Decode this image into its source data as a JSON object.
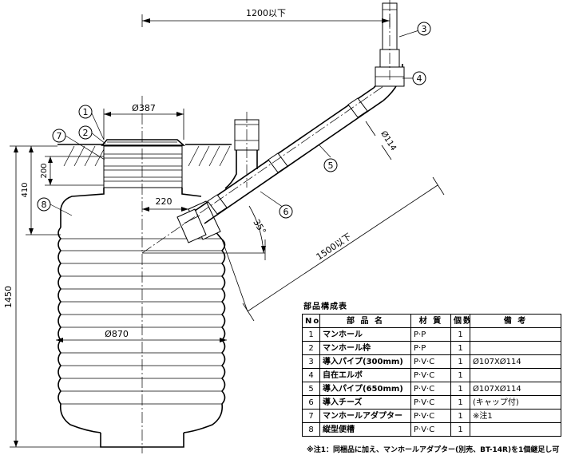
{
  "dimensions": {
    "distance_limit": "1200以下",
    "manhole_diameter": "Ø387",
    "depth_200": "200",
    "depth_410": "410",
    "offset_220": "220",
    "tank_diameter": "Ø870",
    "total_height": "1450",
    "pipe_diameter": "Ø114",
    "angle": "35°",
    "pipe_length_limit": "1500以下"
  },
  "callouts": [
    "1",
    "2",
    "3",
    "4",
    "5",
    "6",
    "7",
    "8"
  ],
  "parts_table": {
    "title": "部品構成表",
    "headers": [
      "No.",
      "部 品 名",
      "材 質",
      "個数",
      "備 考"
    ],
    "rows": [
      {
        "no": "1",
        "name": "マンホール",
        "material": "P·P",
        "qty": "1",
        "note": ""
      },
      {
        "no": "2",
        "name": "マンホール枠",
        "material": "P·P",
        "qty": "1",
        "note": ""
      },
      {
        "no": "3",
        "name": "導入パイプ(300mm)",
        "material": "P·V·C",
        "qty": "1",
        "note": "Ø107XØ114"
      },
      {
        "no": "4",
        "name": "自在エルボ",
        "material": "P·V·C",
        "qty": "1",
        "note": ""
      },
      {
        "no": "5",
        "name": "導入パイプ(650mm)",
        "material": "P·V·C",
        "qty": "1",
        "note": "Ø107XØ114"
      },
      {
        "no": "6",
        "name": "導入チーズ",
        "material": "P·V·C",
        "qty": "1",
        "note": "(キャップ付)"
      },
      {
        "no": "7",
        "name": "マンホールアダプター",
        "material": "P·V·C",
        "qty": "1",
        "note": "※注1"
      },
      {
        "no": "8",
        "name": "縦型便槽",
        "material": "P·V·C",
        "qty": "1",
        "note": ""
      }
    ]
  },
  "footnote": "※注1：同梱品に加え、マンホールアダプター(別売、BT-14R)を1個継足し可"
}
